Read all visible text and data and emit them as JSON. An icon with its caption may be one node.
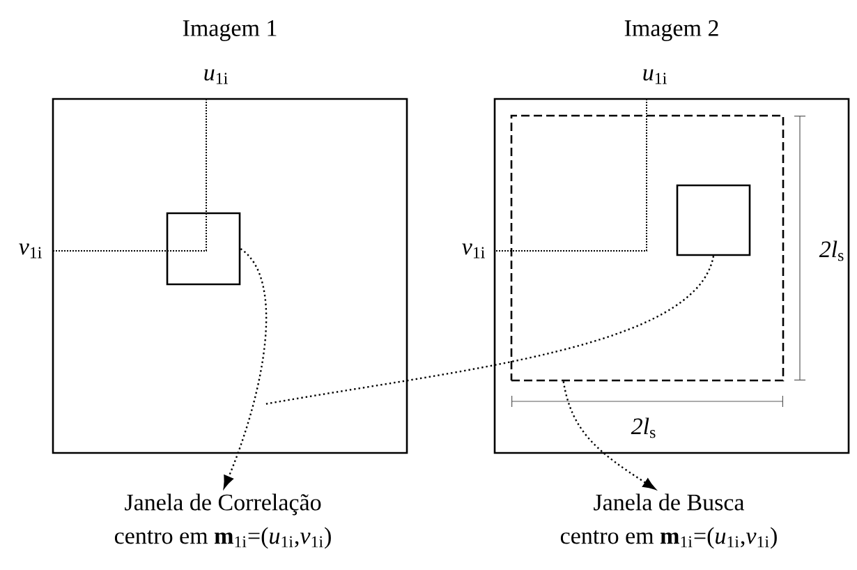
{
  "diagram": {
    "nodes": [
      {
        "text": [
          "Imagem 1"
        ]
      },
      {
        "text": [
          "Imagem 2"
        ]
      },
      {
        "text": [],
        "shape": "box",
        "in": 0
      },
      {
        "text": [],
        "shape": "box",
        "in": 1
      },
      {
        "text": [],
        "shape": "box",
        "in": 3
      },
      {
        "text": [
          "Janela de Correlação",
          "centro em **m**$_{1i}$=(*u*$_{1i}$,*v*$_{1i}$)"
        ]
      },
      {
        "text": [
          "Janela de Busca",
          "centro em **m**$_{1i}$=(*u*$_{1i}$,*v*$_{1i}$)"
        ]
      }
    ],
    "edges": [
      {
        "from": 2,
        "to": 5,
        "arrow": "to"
      },
      {
        "from": 3,
        "to": 6,
        "arrow": "to"
      },
      {
        "from": 4,
        "to": null,
        "arrow": "none"
      }
    ],
    "labels": [
      "*u*$_{1i}$",
      "*v*$_{1i}$",
      "*u*$_{1i}$",
      "*v*$_{1i}$",
      "*2l*$_{s}$",
      "*2l*$_{s}$"
    ]
  }
}
